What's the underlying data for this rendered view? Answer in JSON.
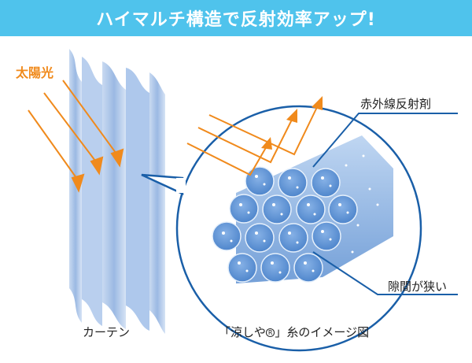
{
  "header": {
    "title": "ハイマルチ構造で反射効率アップ!"
  },
  "labels": {
    "sunlight": "太陽光",
    "infrared_reflector": "赤外線反射剤",
    "narrow_gap": "隙間が狭い",
    "curtain": "カーテン",
    "yarn_prefix": "「涼しや",
    "yarn_reg": "R",
    "yarn_suffix": "」糸のイメージ図"
  },
  "colors": {
    "header_bg": "#4fc3ec",
    "arrow": "#f08a1c",
    "callout_line": "#1a5fa8",
    "curtain": "#a9c4e8",
    "fiber": "#6f9fda",
    "bubble_border": "#1a5fa8"
  }
}
